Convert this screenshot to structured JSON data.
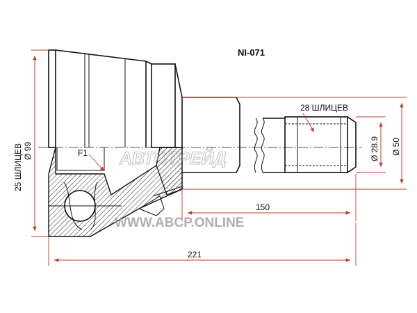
{
  "drawing": {
    "part_number": "NI-071",
    "left_splines": "25 ШЛИЦЕВ",
    "right_splines": "28 ШЛИЦЕВ",
    "diameter_outer": "Ø 99",
    "diameter_shaft": "Ø 28.9",
    "diameter_seat": "Ø 50",
    "length_shaft": "150",
    "length_total": "221",
    "feature_label": "F1"
  },
  "watermarks": {
    "brand": "АВТОТРЕЙД",
    "site": "WWW.ABCP.ONLINE"
  },
  "colors": {
    "dimension_line": "#c0392b",
    "outline": "#111111",
    "watermark": "#9a9a9a"
  }
}
